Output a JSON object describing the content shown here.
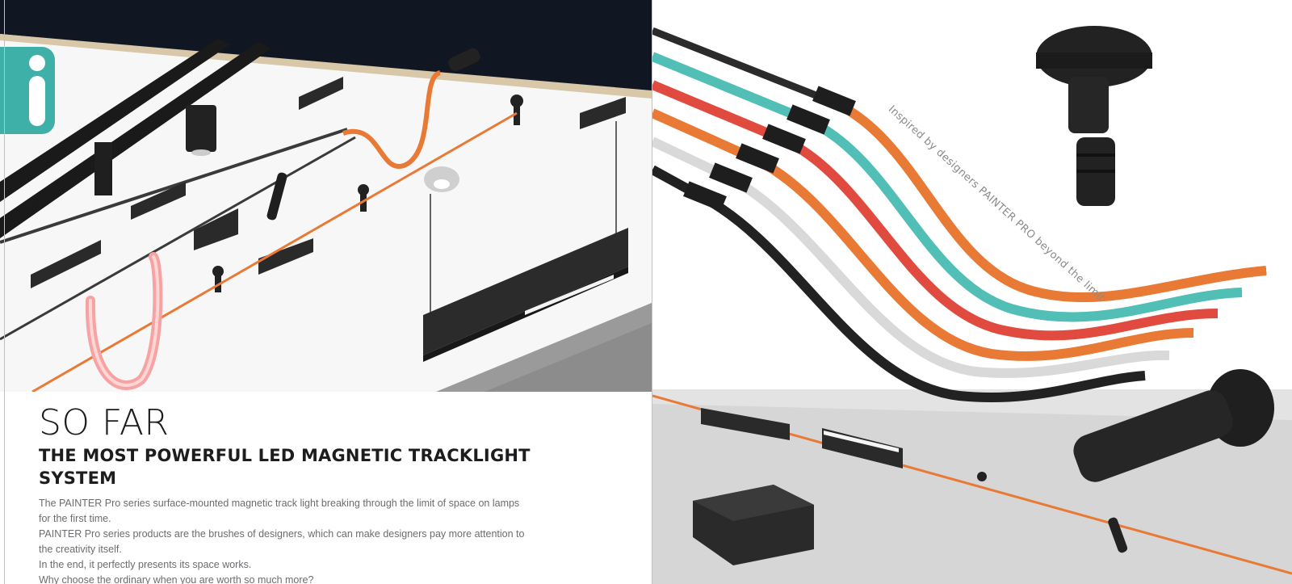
{
  "brochure": {
    "headline": "SO FAR",
    "subheadline": "THE MOST POWERFUL LED MAGNETIC TRACKLIGHT SYSTEM",
    "paragraphs": [
      "The PAINTER Pro series surface-mounted magnetic track light breaking through the limit of space on lamps",
      "for the first time.",
      "PAINTER Pro series products are the brushes of designers, which can make designers pay more attention to",
      "the creativity itself.",
      "In the end, it perfectly presents its space works.",
      "Why choose the ordinary when you are worth so much more?"
    ],
    "tagline": "Inspired by designers PAINTER PRO beyond the limit",
    "logo": {
      "icon": "info-i-icon",
      "color": "#3fb0a8"
    }
  },
  "colors": {
    "ceiling_dark": "#111722",
    "track_orange": "#e87a35",
    "track_teal": "#52bfb6",
    "track_red": "#e14b3f",
    "track_black": "#222222",
    "neon_pink": "#f7a3a3"
  }
}
